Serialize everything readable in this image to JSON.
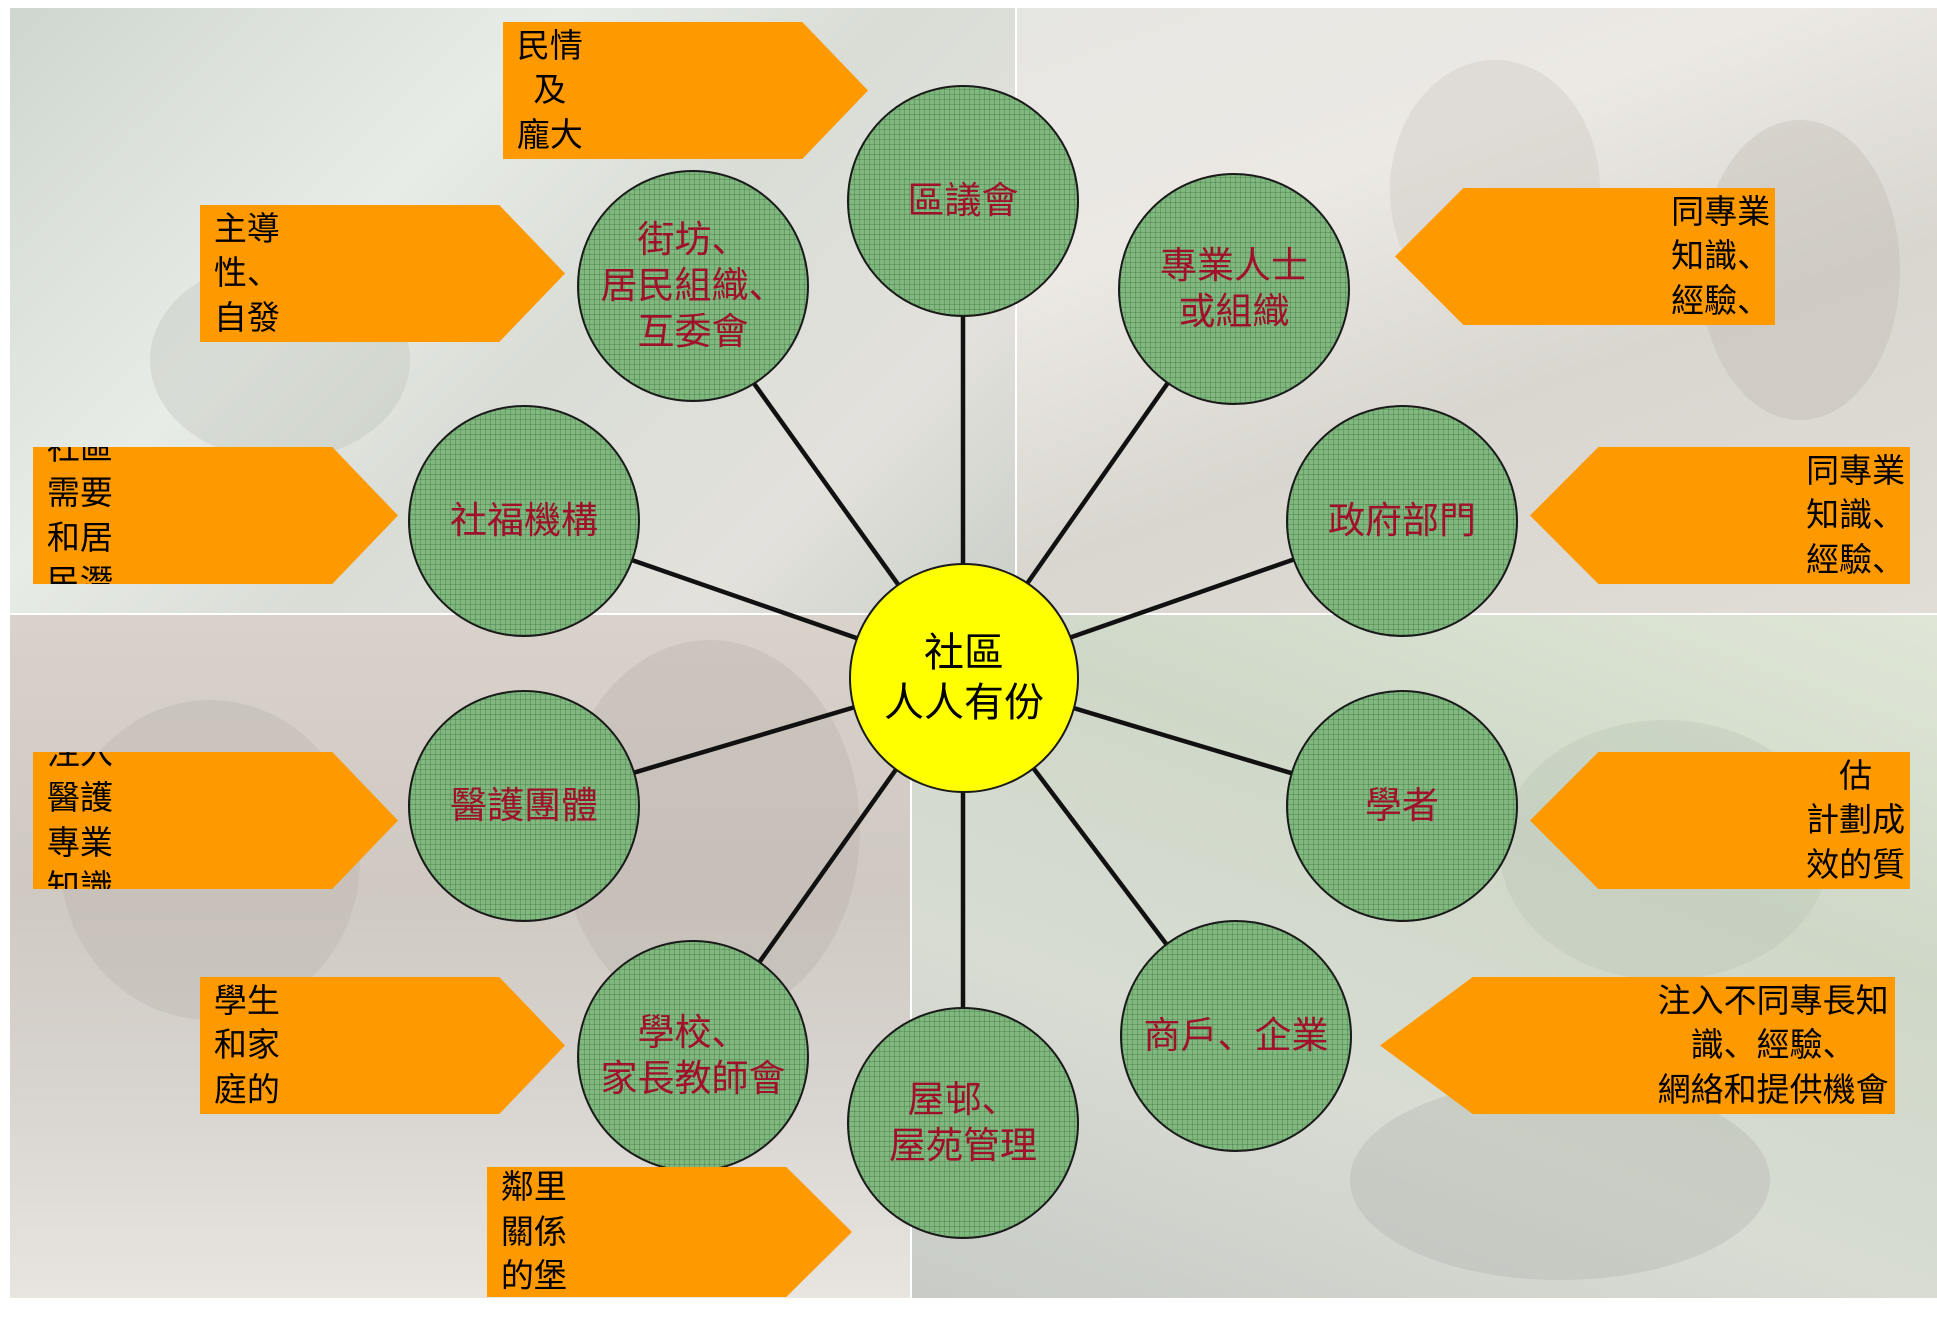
{
  "hub": {
    "label": "社區\n人人有份"
  },
  "nodes": {
    "district_council": "區議會",
    "kaifong": "街坊、\n居民組織、\n互委會",
    "professionals": "專業人士\n或組織",
    "ngo": "社福機構",
    "government": "政府部門",
    "medical": "醫護團體",
    "scholars": "學者",
    "school": "學校、\n家長教師會",
    "estate": "屋邨、\n屋苑管理",
    "business": "商戶、企業"
  },
  "callouts": {
    "district_council": "掌握社區民情及\n龐大動員力",
    "kaifong": "居民主導性、\n自發性高",
    "professionals": "注入不同專業知識、\n經驗、網絡",
    "ngo": "了解社區需要\n和居民潛質",
    "government": "注入不同專業知識、\n經驗、網絡",
    "medical": "注入醫護專業知識",
    "scholars": "提高評估\n計劃成效的質素",
    "school": "聯繫學生\n和家庭的基地",
    "estate": "促進鄰里關係\n的堡壘",
    "business": "注入不同專長知識、經驗、\n網絡和提供機會"
  },
  "colors": {
    "node_fill": "#80b880",
    "node_text": "#a0102a",
    "hub_fill": "#ffff00",
    "callout_fill": "#ff9900"
  }
}
